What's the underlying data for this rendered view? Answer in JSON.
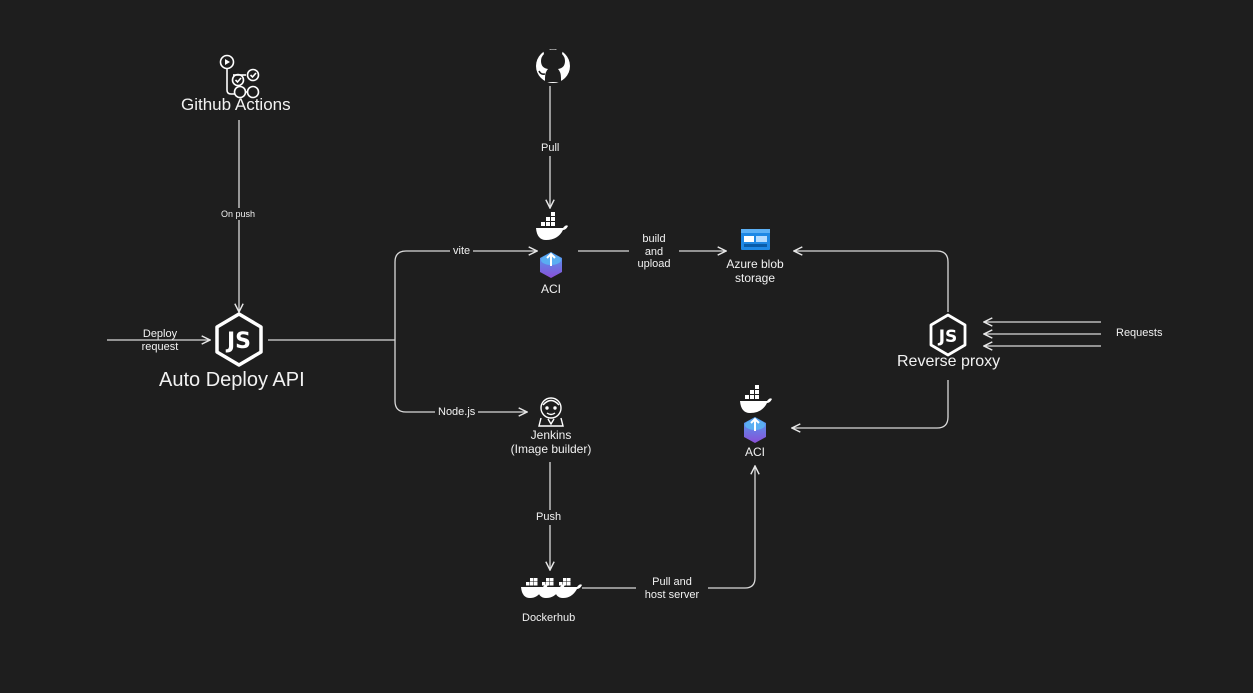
{
  "nodes": {
    "github_actions": {
      "label": "Github Actions",
      "icon": "github-actions-icon"
    },
    "auto_deploy_api": {
      "label": "Auto Deploy API",
      "icon": "nodejs-icon"
    },
    "github": {
      "icon": "github-icon"
    },
    "aci_top": {
      "label": "ACI",
      "icons": [
        "docker-icon",
        "aci-icon"
      ]
    },
    "azure_blob": {
      "label_line1": "Azure blob",
      "label_line2": "storage",
      "icon": "azure-blob-icon"
    },
    "reverse_proxy": {
      "label": "Reverse proxy",
      "icon": "nodejs-icon"
    },
    "aci_bottom": {
      "label": "ACI",
      "icons": [
        "docker-icon",
        "aci-icon"
      ]
    },
    "jenkins": {
      "label_line1": "Jenkins",
      "label_line2": "(Image builder)",
      "icon": "jenkins-icon"
    },
    "dockerhub": {
      "label": "Dockerhub",
      "icon": "dockerhub-icon"
    }
  },
  "edges": {
    "on_push": "On push",
    "deploy_request_line1": "Deploy",
    "deploy_request_line2": "request",
    "pull": "Pull",
    "vite": "vite",
    "nodejs": "Node.js",
    "build_upload_line1": "build",
    "build_upload_line2": "and",
    "build_upload_line3": "upload",
    "requests": "Requests",
    "push": "Push",
    "pull_host_line1": "Pull and",
    "pull_host_line2": "host server"
  },
  "colors": {
    "background": "#1e1e1e",
    "foreground": "#ffffff",
    "azure_blue": "#1e88e5",
    "aci_purple": "#8a4fd8",
    "aci_blue": "#3b8fe0"
  }
}
